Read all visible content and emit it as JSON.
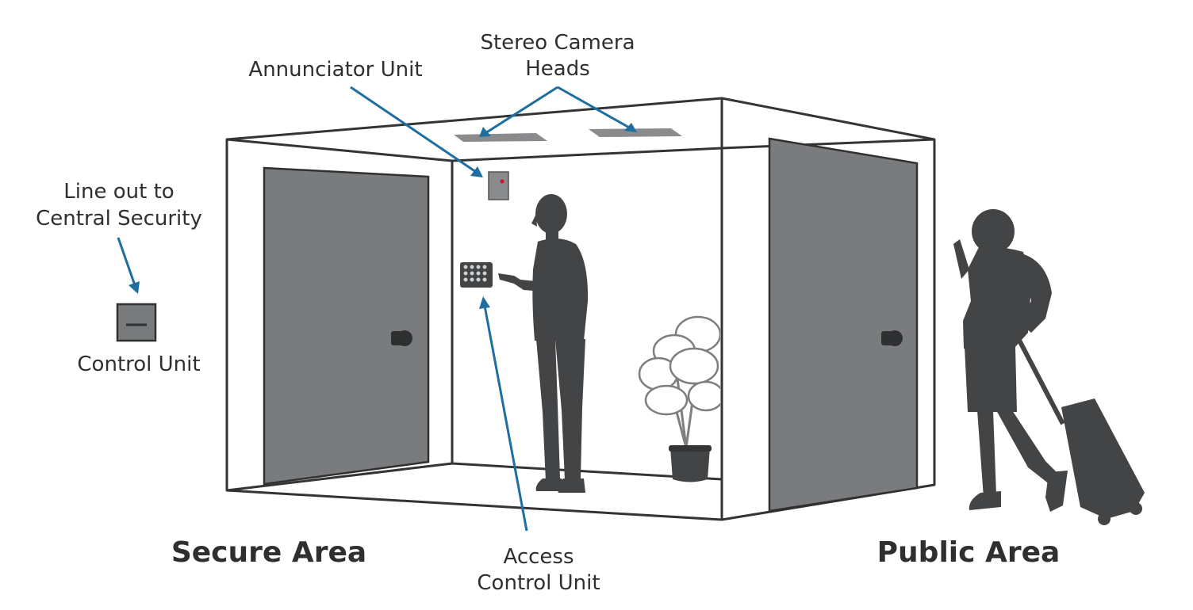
{
  "labels": {
    "stereo_camera_line1": "Stereo Camera",
    "stereo_camera_line2": "Heads",
    "annunciator": "Annunciator Unit",
    "line_out_line1": "Line out to",
    "line_out_line2": "Central Security",
    "control_unit": "Control Unit",
    "secure_area": "Secure Area",
    "access_line1": "Access",
    "access_line2": "Control Unit",
    "public_area": "Public Area"
  },
  "colors": {
    "arrow": "#1f6ea0",
    "silhouette": "#434446",
    "door": "#7a7b7d",
    "outline": "#333435"
  },
  "icons": {
    "annunciator": "annunciator-box",
    "keypad": "keypad-grid",
    "control_unit": "control-box",
    "plant": "potted-plant",
    "man": "man-silhouette",
    "woman": "woman-with-luggage-silhouette"
  }
}
